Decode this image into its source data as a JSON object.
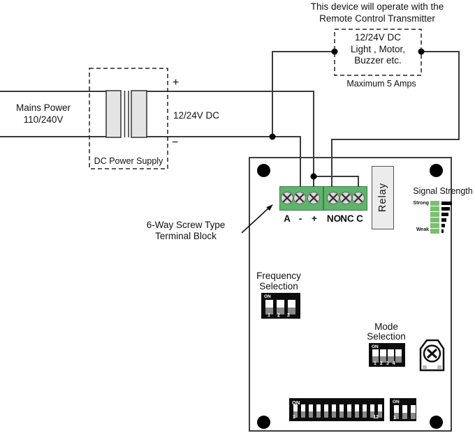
{
  "title": {
    "line1": "This device will operate with the",
    "line2": "Remote Control Transmitter"
  },
  "device_box": {
    "line1": "12/24V DC",
    "line2": "Light , Motor,",
    "line3": "Buzzer etc.",
    "note": "Maximum 5 Amps"
  },
  "mains": {
    "line1": "Mains Power",
    "line2": "110/240V"
  },
  "psu": {
    "label": "DC Power Supply",
    "output_label": "12/24V DC",
    "plus": "+",
    "minus": "−"
  },
  "terminal": {
    "note_line1": "6-Way Screw Type",
    "note_line2": "Terminal Block",
    "labels": [
      "A",
      "-",
      "+",
      "NO",
      "NC",
      "C"
    ]
  },
  "relay": {
    "label": "Relay"
  },
  "signal": {
    "title": "Signal Strength",
    "strong": "Strong",
    "weak": "Weak",
    "levels": 6
  },
  "dip_frequency": {
    "title_line1": "Frequency",
    "title_line2": "Selection",
    "on": "ON",
    "numbers": [
      "1",
      "2",
      "3"
    ]
  },
  "dip_mode": {
    "title_line1": "Mode",
    "title_line2": "Selection",
    "on": "ON",
    "numbers": [
      "1",
      "2",
      "3",
      "4"
    ]
  },
  "dip_main": {
    "on": "ON",
    "first": "1",
    "last": "12",
    "positions": 12
  },
  "dip_aux": {
    "on": "ON",
    "first": "1",
    "positions": 3
  },
  "colors": {
    "terminal_green": "#5fb46b",
    "signal_green": "#7abf6e",
    "wire": "#3b3b3b"
  }
}
